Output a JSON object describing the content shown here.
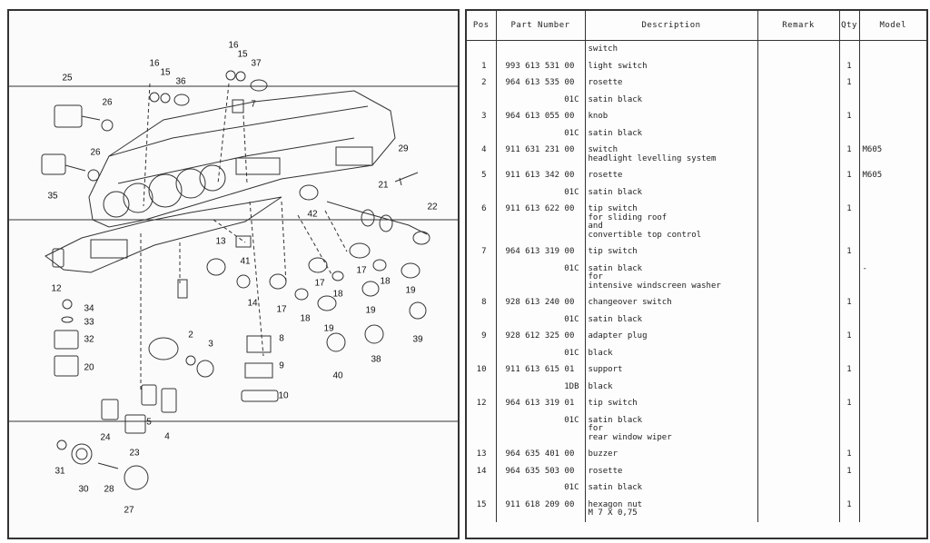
{
  "diagram": {
    "callouts": [
      "16",
      "15",
      "37",
      "16",
      "15",
      "36",
      "7",
      "25",
      "26",
      "26",
      "29",
      "35",
      "21",
      "22",
      "42",
      "12",
      "13",
      "41",
      "17",
      "18",
      "17",
      "18",
      "19",
      "14",
      "17",
      "18",
      "19",
      "19",
      "34",
      "33",
      "32",
      "20",
      "2",
      "3",
      "8",
      "9",
      "10",
      "39",
      "40",
      "38",
      "24",
      "5",
      "4",
      "23",
      "31",
      "30",
      "28",
      "27"
    ]
  },
  "table": {
    "headers": {
      "pos": "Pos",
      "part": "Part Number",
      "desc": "Description",
      "remark": "Remark",
      "qty": "Qty",
      "model": "Model"
    },
    "rows": [
      {
        "pos": "",
        "part": "",
        "desc": "switch",
        "qty": "",
        "model": ""
      },
      {
        "pos": "1",
        "part": "993 613 531 00",
        "desc": "light switch",
        "qty": "1",
        "model": ""
      },
      {
        "pos": "2",
        "part": "964 613 535 00",
        "desc": "rosette",
        "qty": "1",
        "model": ""
      },
      {
        "pos": "",
        "part": "01C",
        "desc": "satin black",
        "qty": "",
        "model": "",
        "sub": true
      },
      {
        "pos": "3",
        "part": "964 613 055 00",
        "desc": "knob",
        "qty": "1",
        "model": ""
      },
      {
        "pos": "",
        "part": "01C",
        "desc": "satin black",
        "qty": "",
        "model": "",
        "sub": true
      },
      {
        "pos": "4",
        "part": "911 631 231 00",
        "desc": "switch\nheadlight levelling system",
        "qty": "1",
        "model": "M605"
      },
      {
        "pos": "5",
        "part": "911 613 342 00",
        "desc": "rosette",
        "qty": "1",
        "model": "M605"
      },
      {
        "pos": "",
        "part": "01C",
        "desc": "satin black",
        "qty": "",
        "model": "",
        "sub": true
      },
      {
        "pos": "6",
        "part": "911 613 622 00",
        "desc": "tip switch\nfor sliding roof\nand\nconvertible top control",
        "qty": "1",
        "model": ""
      },
      {
        "pos": "7",
        "part": "964 613 319 00",
        "desc": "tip switch",
        "qty": "1",
        "model": ""
      },
      {
        "pos": "",
        "part": "01C",
        "desc": "satin black\nfor\nintensive windscreen washer",
        "qty": "",
        "model": "-",
        "sub": true
      },
      {
        "pos": "8",
        "part": "928 613 240 00",
        "desc": "changeover switch",
        "qty": "1",
        "model": ""
      },
      {
        "pos": "",
        "part": "01C",
        "desc": "satin black",
        "qty": "",
        "model": "",
        "sub": true
      },
      {
        "pos": "9",
        "part": "928 612 325 00",
        "desc": "adapter plug",
        "qty": "1",
        "model": ""
      },
      {
        "pos": "",
        "part": "01C",
        "desc": "black",
        "qty": "",
        "model": "",
        "sub": true
      },
      {
        "pos": "10",
        "part": "911 613 615 01",
        "desc": "support",
        "qty": "1",
        "model": ""
      },
      {
        "pos": "",
        "part": "1DB",
        "desc": "black",
        "qty": "",
        "model": "",
        "sub": true
      },
      {
        "pos": "12",
        "part": "964 613 319 01",
        "desc": "tip switch",
        "qty": "1",
        "model": ""
      },
      {
        "pos": "",
        "part": "01C",
        "desc": "satin black\nfor\nrear window wiper",
        "qty": "",
        "model": "",
        "sub": true
      },
      {
        "pos": "13",
        "part": "964 635 401 00",
        "desc": "buzzer",
        "qty": "1",
        "model": ""
      },
      {
        "pos": "14",
        "part": "964 635 503 00",
        "desc": "rosette",
        "qty": "1",
        "model": ""
      },
      {
        "pos": "",
        "part": "01C",
        "desc": "satin black",
        "qty": "",
        "model": "",
        "sub": true
      },
      {
        "pos": "15",
        "part": "911 618 209 00",
        "desc": "hexagon nut\nM 7 X 0,75",
        "qty": "1",
        "model": ""
      }
    ]
  }
}
